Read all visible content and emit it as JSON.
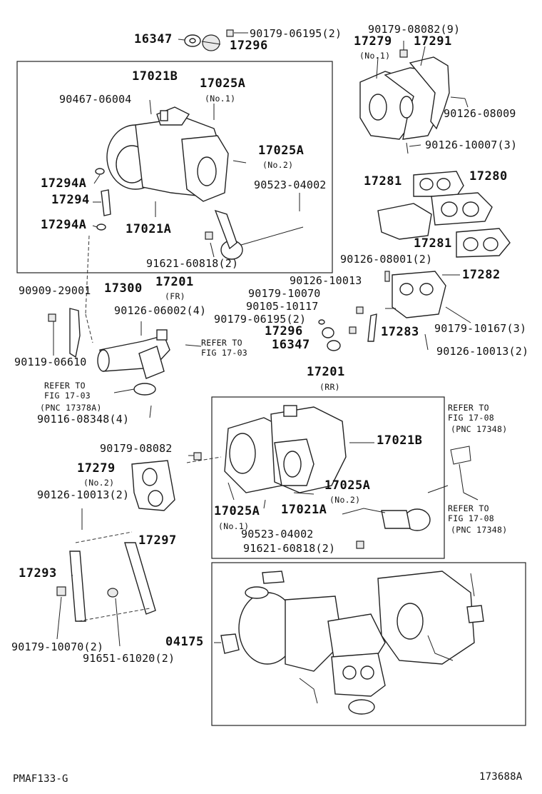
{
  "parts": {
    "p16347_top": "16347",
    "p17296_top": "17296",
    "p90179_06195_top": "90179-06195(2)",
    "p90179_08082_9": "90179-08082(9)",
    "p17279_top": "17279",
    "p17279_no1": "(No.1)",
    "p17291": "17291",
    "p17021B_fr": "17021B",
    "p17025A_fr1": "17025A",
    "p17025A_fr1_note": "(No.1)",
    "p90467_06004": "90467-06004",
    "p90126_08009": "90126-08009",
    "p90126_10007": "90126-10007(3)",
    "p17025A_fr2": "17025A",
    "p17025A_fr2_note": "(No.2)",
    "p17294A_1": "17294A",
    "p17294": "17294",
    "p17294A_2": "17294A",
    "p17021A_fr": "17021A",
    "p90523_fr": "90523-04002",
    "p91621_fr": "91621-60818(2)",
    "p17281_1": "17281",
    "p17280": "17280",
    "p17281_2": "17281",
    "p90126_08001": "90126-08001(2)",
    "p17201_fr": "17201",
    "p17201_fr_note": "(FR)",
    "p90909": "90909-29001",
    "p17300": "17300",
    "p90126_10013_a": "90126-10013",
    "p17282": "17282",
    "p90179_10070_a": "90179-10070",
    "p90105_10117": "90105-10117",
    "p90126_06002": "90126-06002(4)",
    "p90179_06195_mid": "90179-06195(2)",
    "p17296_mid": "17296",
    "p17283": "17283",
    "p90179_10167": "90179-10167(3)",
    "p16347_mid": "16347",
    "p90126_10013_b": "90126-10013(2)",
    "p90119_06610": "90119-06610",
    "refer_1703_a": "REFER TO",
    "fig_1703_a": "FIG 17-03",
    "p17201_rr": "17201",
    "p17201_rr_note": "(RR)",
    "refer_1703_b": "REFER TO",
    "fig_1703_b": "FIG 17-03",
    "pnc_17378A": "(PNC 17378A)",
    "p90116_08348": "90116-08348(4)",
    "refer_1708_a": "REFER TO",
    "fig_1708_a": "FIG 17-08",
    "pnc_17348_a": "(PNC 17348)",
    "p90179_08082_rr": "90179-08082",
    "p17021B_rr": "17021B",
    "p17279_no2_num": "17279",
    "p17279_no2": "(No.2)",
    "p90126_10013_c": "90126-10013(2)",
    "p17025A_rr2": "17025A",
    "p17025A_rr2_note": "(No.2)",
    "p17025A_rr1": "17025A",
    "p17025A_rr1_note": "(No.1)",
    "p17021A_rr": "17021A",
    "refer_1708_b": "REFER TO",
    "fig_1708_b": "FIG 17-08",
    "pnc_17348_b": "(PNC 17348)",
    "p90523_rr": "90523-04002",
    "p91621_rr": "91621-60818(2)",
    "p17297": "17297",
    "p17293": "17293",
    "p04175": "04175",
    "p90179_10070_b": "90179-10070(2)",
    "p91651_61020": "91651-61020(2)"
  },
  "footer": {
    "left_code": "PMAF133-G",
    "right_code": "173688A"
  }
}
